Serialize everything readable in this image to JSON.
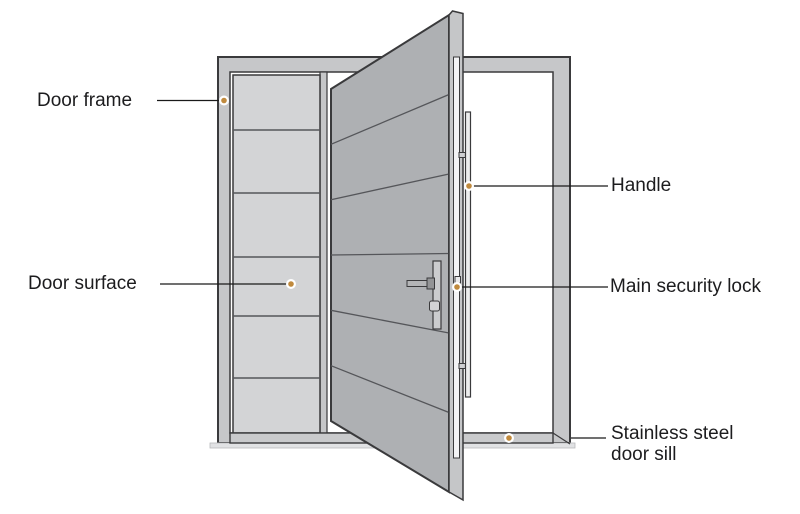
{
  "labels": {
    "door_frame": "Door frame",
    "door_surface": "Door surface",
    "handle": "Handle",
    "main_security_lock": "Main security lock",
    "sill_line1": "Stainless steel",
    "sill_line2": "door sill"
  },
  "colors": {
    "background": "#ffffff",
    "outline": "#3a3a3c",
    "frame": "#c6c7c9",
    "panel": "#d3d4d6",
    "door_face": "#aeb0b3",
    "door_edge": "#c5c6c8",
    "edge_groove": "#f3f3f5",
    "sill": "#c9cacc",
    "sill_shadow": "#e1e2e4",
    "handle": "#eceded",
    "lock_plate": "#cbccce",
    "marker": "#c08a3e",
    "leader": "#1a1a1a",
    "text": "#1c1c1e"
  }
}
